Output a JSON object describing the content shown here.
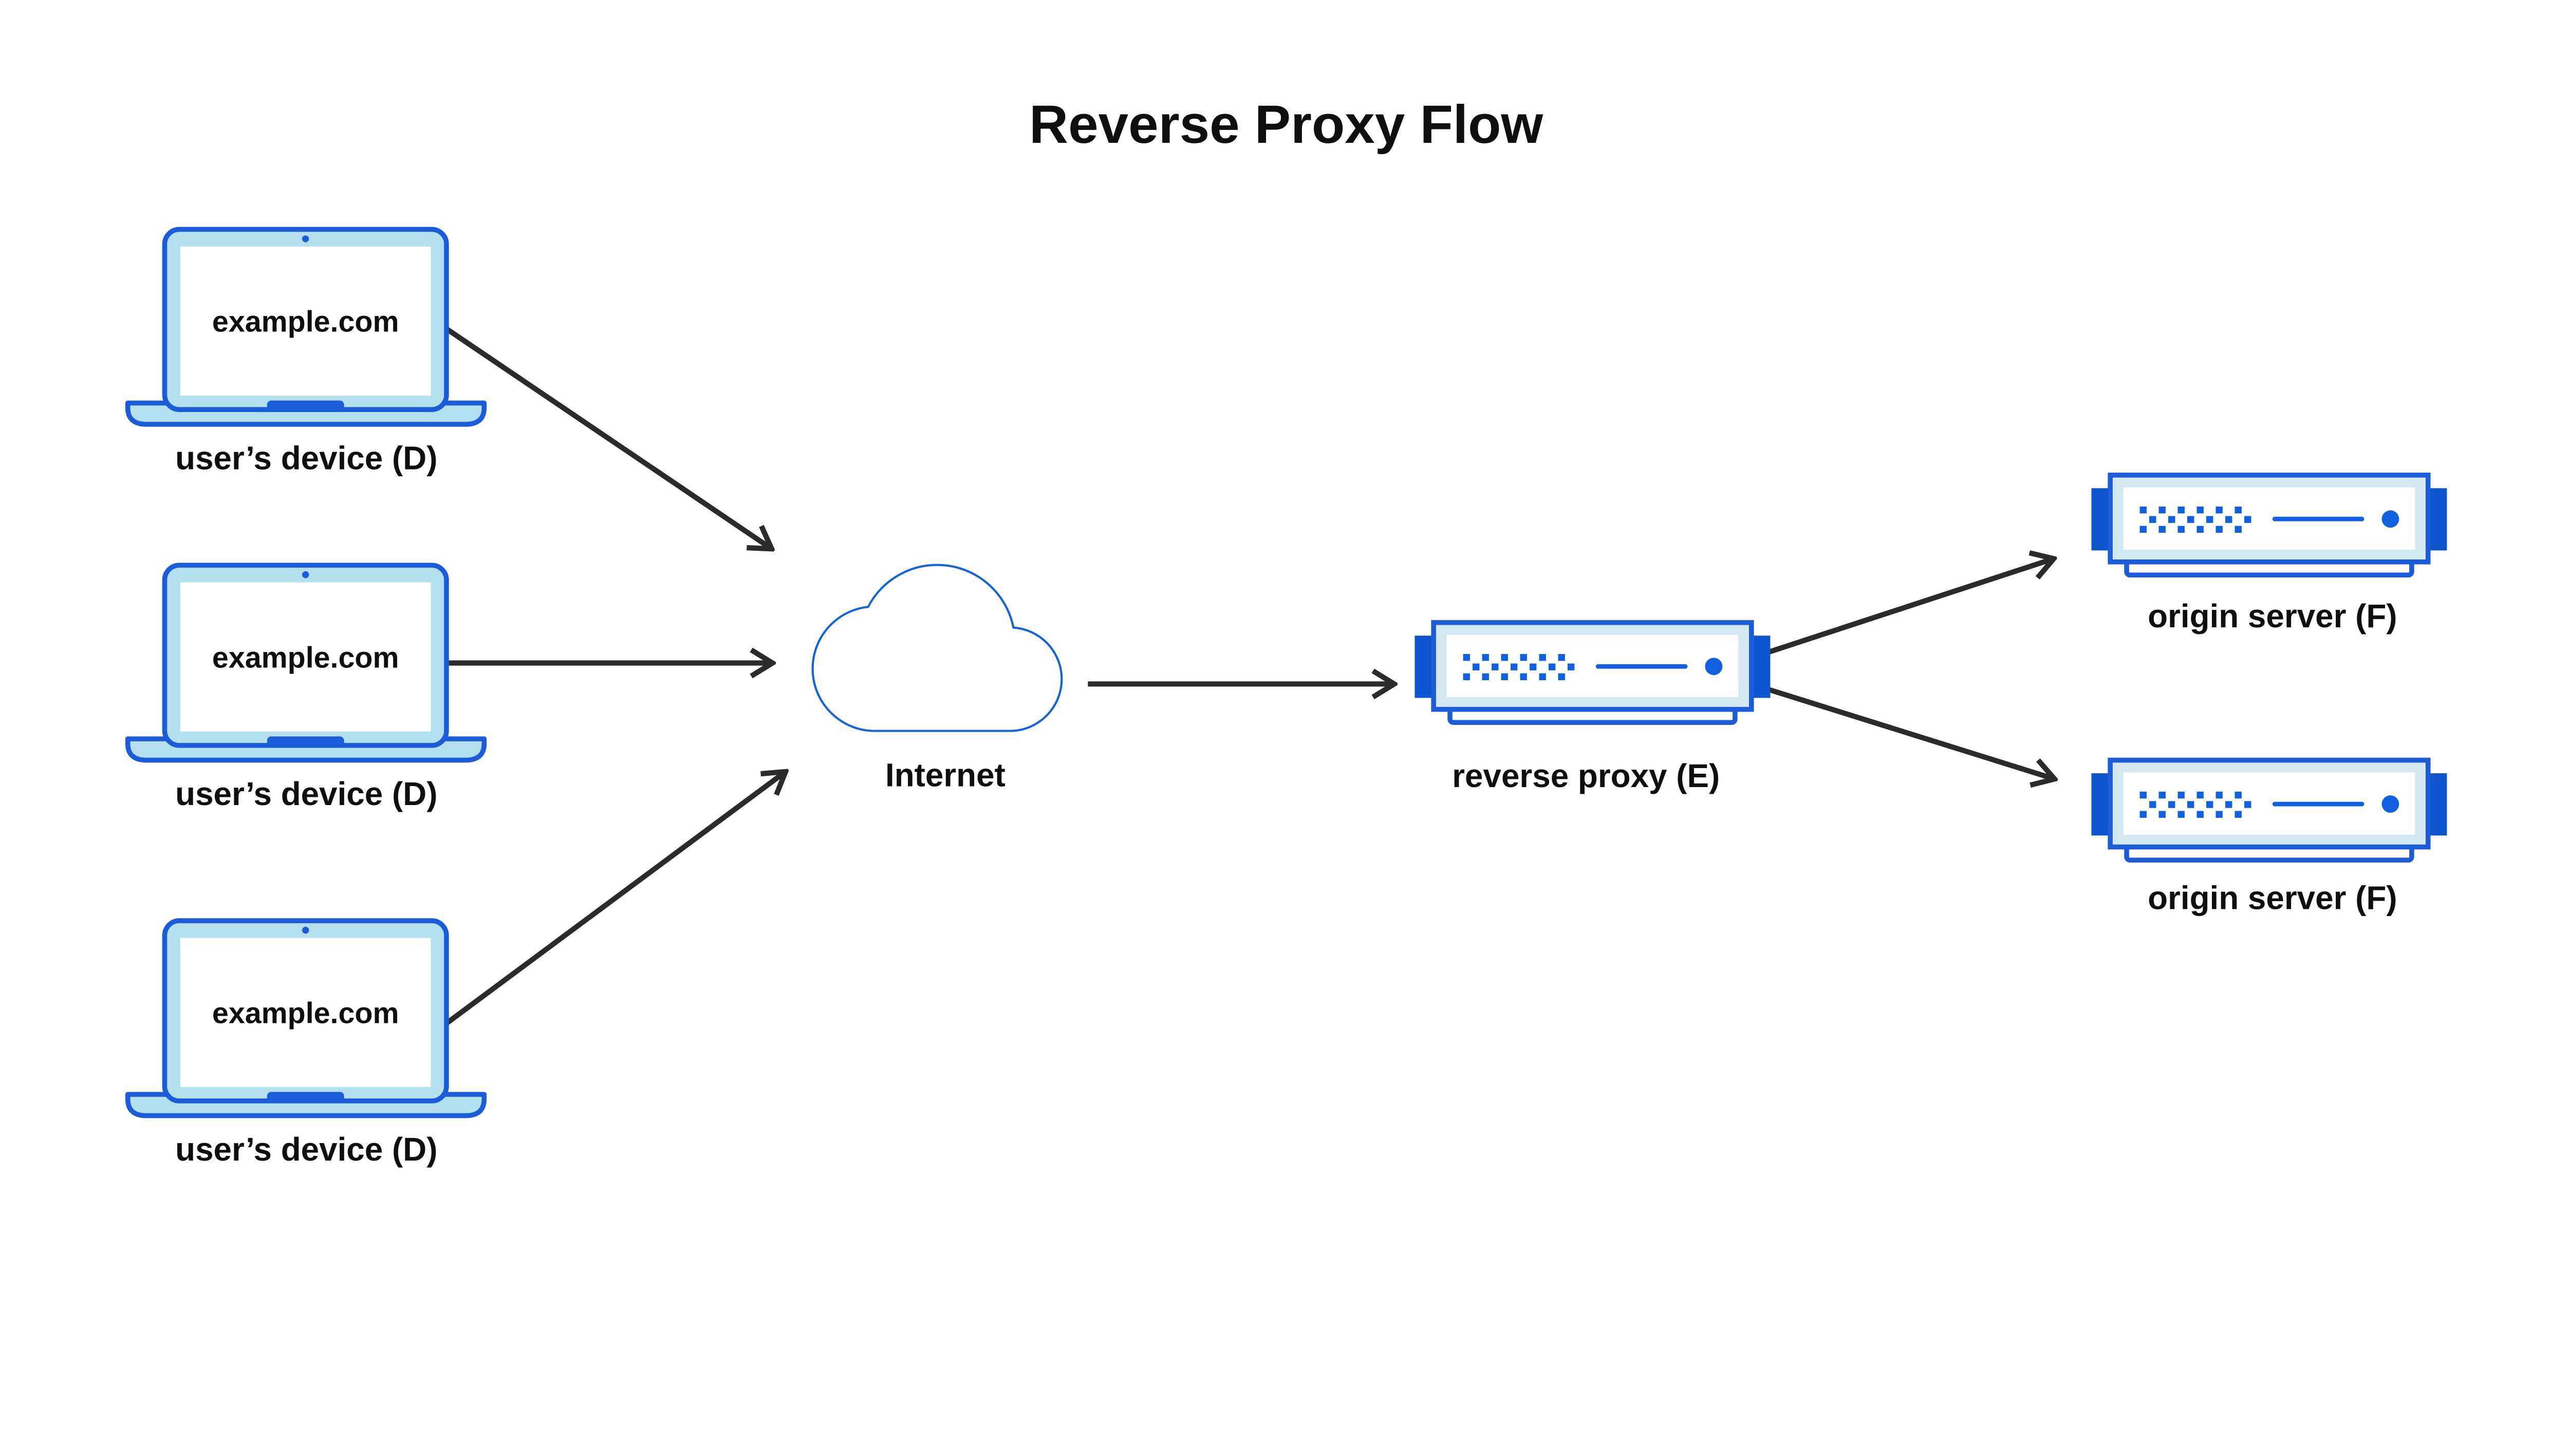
{
  "title": "Reverse Proxy Flow",
  "colors": {
    "stroke_blue": "#1d5cd9",
    "dark_blue": "#0e56d0",
    "dot_blue": "#1160dd",
    "light_blue": "#b3dfee",
    "pale_blue": "#d3e8f1",
    "cloud_blue": "#1565d8",
    "arrow": "#2b2b2b",
    "text": "#0f0f0f"
  },
  "nodes": {
    "devices": [
      {
        "screen_text": "example.com",
        "label": "user’s device (D)"
      },
      {
        "screen_text": "example.com",
        "label": "user’s device (D)"
      },
      {
        "screen_text": "example.com",
        "label": "user’s device (D)"
      }
    ],
    "internet": {
      "label": "Internet"
    },
    "reverse_proxy": {
      "label": "reverse proxy (E)"
    },
    "origin_servers": [
      {
        "label": "origin server (F)"
      },
      {
        "label": "origin server (F)"
      }
    ]
  }
}
